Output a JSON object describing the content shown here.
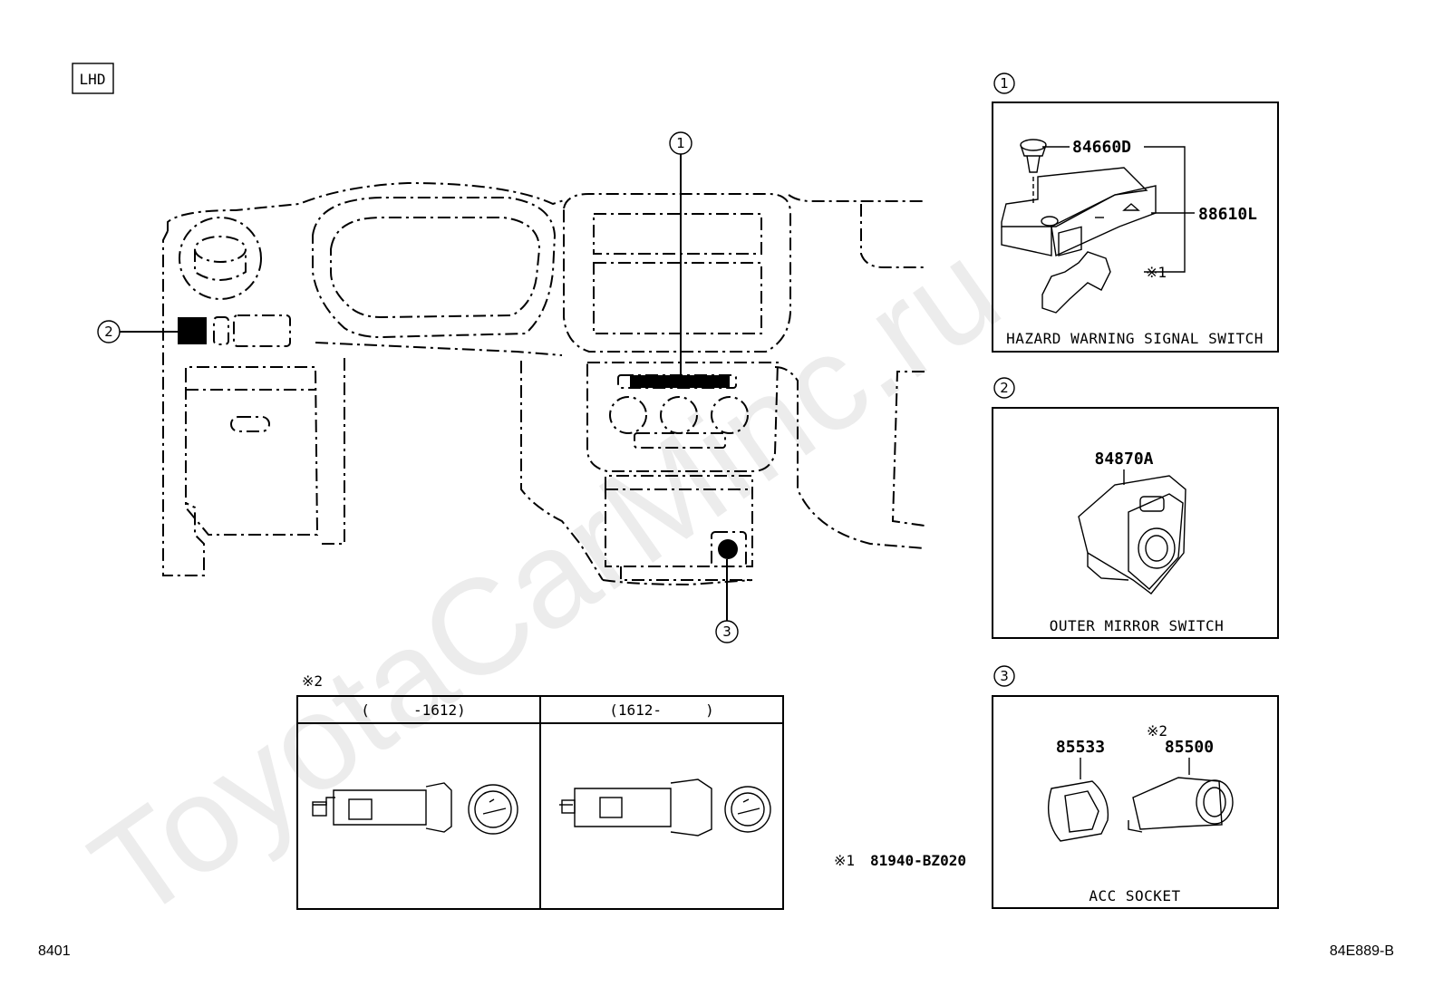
{
  "header": {
    "lhd_tag": "LHD"
  },
  "watermark": "ToyotaCarMinc.ru",
  "callouts": {
    "c1": "1",
    "c2": "2",
    "c3": "3"
  },
  "panels": {
    "hazard": {
      "marker": "1",
      "caption": "HAZARD WARNING SIGNAL SWITCH",
      "parts": [
        "84660D",
        "88610L"
      ],
      "note_ref": "※1"
    },
    "mirror": {
      "marker": "2",
      "caption": "OUTER MIRROR SWITCH",
      "parts": [
        "84870A"
      ]
    },
    "socket": {
      "marker": "3",
      "caption": "ACC SOCKET",
      "parts": [
        "85533",
        "85500"
      ],
      "note_ref": "※2"
    }
  },
  "lighter_table": {
    "note_ref": "※2",
    "col1_header": "(     -1612)",
    "col2_header": "(1612-     )"
  },
  "footnote": {
    "ref": "※1",
    "part": "81940-BZ020"
  },
  "footer": {
    "left": "8401",
    "right": "84E889-B"
  },
  "colors": {
    "ink": "#000000",
    "paper": "#ffffff",
    "watermark": "#d6d6d6"
  }
}
